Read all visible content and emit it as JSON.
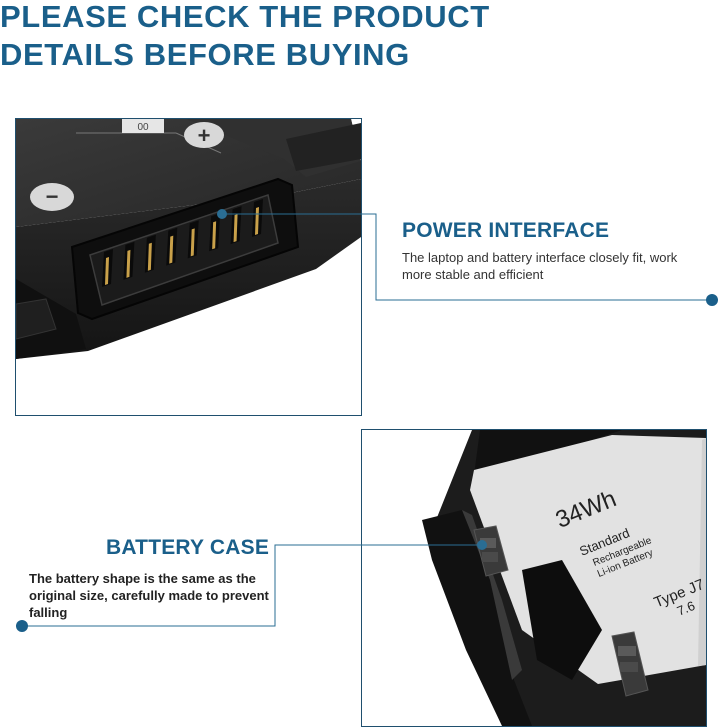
{
  "headline": {
    "line1": "PLEASE CHECK THE PRODUCT",
    "line2": "DETAILS BEFORE BUYING"
  },
  "power_interface": {
    "title": "POWER INTERFACE",
    "description_line1": "The laptop and battery interface closely fit, work",
    "description_line2": "more stable and efficient"
  },
  "battery_case": {
    "title": "BATTERY CASE",
    "description_line1": "The battery  shape is  the  same as the",
    "description_line2": "original size, carefully made to prevent",
    "description_line3": "falling"
  },
  "battery_label": {
    "capacity": "34Wh",
    "standard": "Standard",
    "rechargeable": "Rechargeable",
    "chemistry": "Li-ion Battery",
    "type": "Type J7",
    "voltage": "7.6"
  },
  "terminal_labels": {
    "minus": "−",
    "plus": "+",
    "sticker": "00"
  },
  "colors": {
    "accent": "#1a5f8a",
    "leader": "#2a6d93",
    "battery_body": "#1c1c1c",
    "label_bg": "#e2e2e2"
  }
}
